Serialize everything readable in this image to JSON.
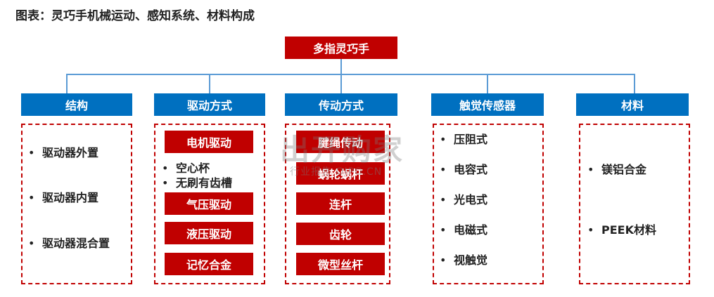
{
  "title": "图表：灵巧手机械运动、感知系统、材料构成",
  "root": "多指灵巧手",
  "categories": [
    {
      "label": "结构",
      "items": [
        "驱动器外置",
        "驱动器内置",
        "驱动器混合置"
      ]
    },
    {
      "label": "驱动方式",
      "buttons": [
        "电机驱动",
        "气压驱动",
        "液压驱动",
        "记忆合金"
      ],
      "subitems": [
        "空心杯",
        "无刷有齿槽"
      ]
    },
    {
      "label": "传动方式",
      "buttons": [
        "腱绳传动",
        "蜗轮蜗杆",
        "连杆",
        "齿轮",
        "微型丝杆"
      ]
    },
    {
      "label": "触觉传感器",
      "items": [
        "压阻式",
        "电容式",
        "光电式",
        "电磁式",
        "视触觉"
      ]
    },
    {
      "label": "材料",
      "items": [
        "镁铝合金",
        "PEEK材料"
      ]
    }
  ],
  "watermark": {
    "main": "出开购家",
    "sub": "行业报告 OIPO.CN"
  },
  "colors": {
    "red": "#c00000",
    "blue": "#0070c0",
    "line": "#5b9bd5"
  }
}
